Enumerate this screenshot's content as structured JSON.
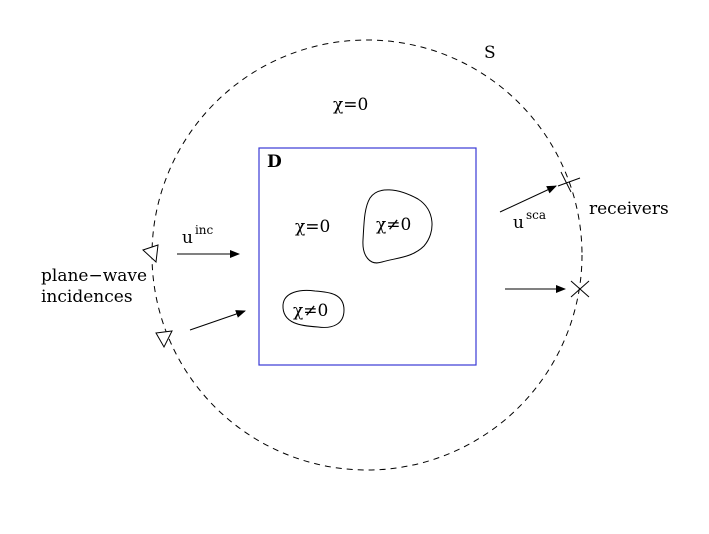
{
  "labels": {
    "surface": "S",
    "chi_outer": "χ=0",
    "domain": "D",
    "chi_inner": "χ=0",
    "chi_scatterer_1": "χ≠0",
    "chi_scatterer_2": "χ≠0",
    "u_inc_base": "u",
    "u_inc_sup": "inc",
    "u_sca_base": "u",
    "u_sca_sup": "sca",
    "receivers": "receivers",
    "incidences_line1": "plane−wave",
    "incidences_line2": "incidences"
  },
  "colors": {
    "domain_border": "#3a3ad6",
    "stroke": "#000000"
  }
}
